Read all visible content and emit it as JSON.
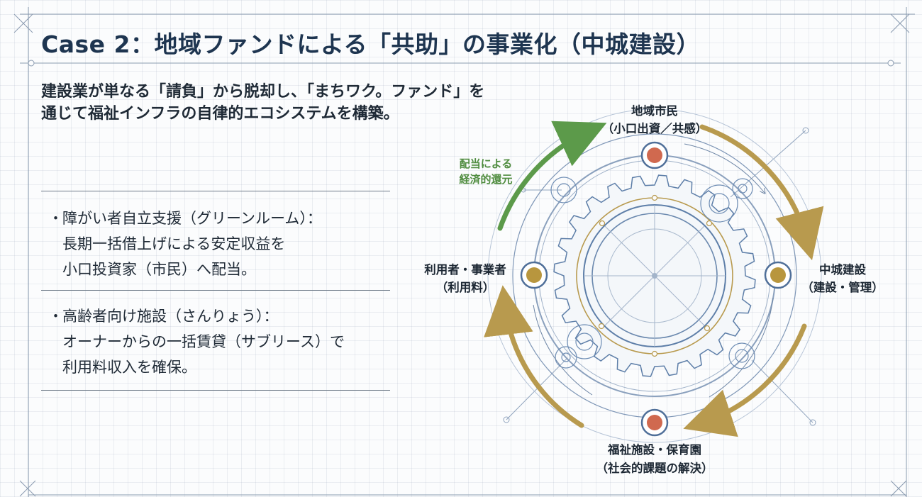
{
  "header": {
    "title": "Case 2：地域ファンドによる「共助」の事業化（中城建設）"
  },
  "intro": {
    "line1": "建設業が単なる「請負」から脱却し、「まちワク。ファンド」を",
    "line2": "通じて福祉インフラの自律的エコシステムを構築。"
  },
  "bullets": [
    {
      "marker": "・",
      "line1": "障がい者自立支援（グリーンルーム）：",
      "line2": "長期一括借上げによる安定収益を",
      "line3": "小口投資家（市民）へ配当。"
    },
    {
      "marker": "・",
      "line1": "高齢者向け施設（さんりょう）：",
      "line2": "オーナーからの一括賃貸（サブリース）で",
      "line3": "利用料収入を確保。"
    }
  ],
  "diagram": {
    "nodes": {
      "top": {
        "line1": "地域市民",
        "line2": "（小口出資／共感）"
      },
      "right": {
        "line1": "中城建設",
        "line2": "（建設・管理）"
      },
      "bottom": {
        "line1": "福祉施設・保育園",
        "line2": "（社会的課題の解決）"
      },
      "left": {
        "line1": "利用者・事業者",
        "line2": "（利用料）"
      }
    },
    "flow_label": {
      "line1": "配当による",
      "line2": "経済的還元"
    },
    "colors": {
      "green_arrow": "#5c9a4a",
      "gold_arrow": "#b89a4e",
      "node_orange": "#d0694f",
      "node_gold": "#b8963e",
      "line_blue": "#5d7ea8"
    }
  }
}
